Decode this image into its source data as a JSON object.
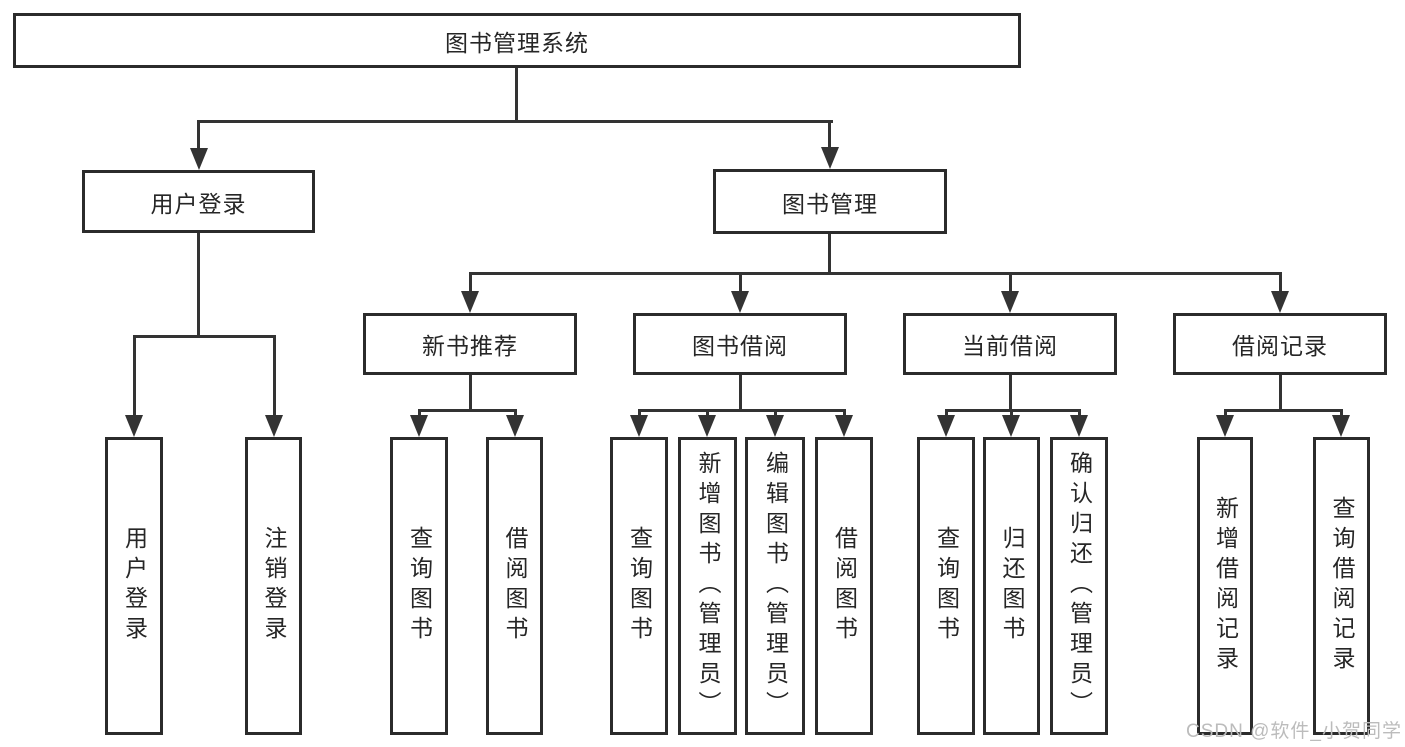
{
  "diagram": {
    "root": {
      "label": "图书管理系统"
    },
    "level2": [
      {
        "label": "用户登录"
      },
      {
        "label": "图书管理"
      }
    ],
    "level3": [
      {
        "label": "新书推荐"
      },
      {
        "label": "图书借阅"
      },
      {
        "label": "当前借阅"
      },
      {
        "label": "借阅记录"
      }
    ],
    "leaves": {
      "user_login": [
        {
          "label": "用户登录"
        },
        {
          "label": "注销登录"
        }
      ],
      "new_book": [
        {
          "label": "查询图书"
        },
        {
          "label": "借阅图书"
        }
      ],
      "book_borrow": [
        {
          "label": "查询图书"
        },
        {
          "label": "新增图书（管理员）"
        },
        {
          "label": "编辑图书（管理员）"
        },
        {
          "label": "借阅图书"
        }
      ],
      "current_borrow": [
        {
          "label": "查询图书"
        },
        {
          "label": "归还图书"
        },
        {
          "label": "确认归还（管理员）"
        }
      ],
      "borrow_record": [
        {
          "label": "新增借阅记录"
        },
        {
          "label": "查询借阅记录"
        }
      ]
    }
  },
  "watermark": {
    "text": "CSDN @软件_小贺同学"
  },
  "colors": {
    "line": "#333333",
    "border": "#2b2b2b",
    "text": "#262626",
    "watermark": "#bcbcbc",
    "background": "#ffffff"
  }
}
